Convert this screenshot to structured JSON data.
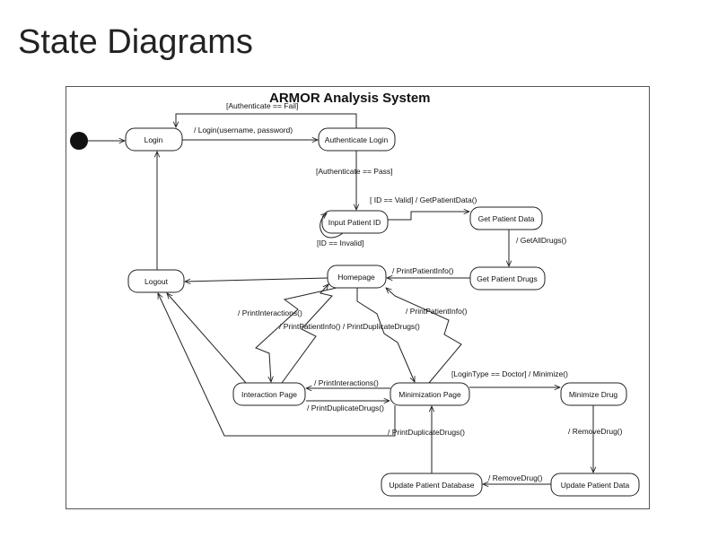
{
  "slide_title": "State Diagrams",
  "diagram": {
    "title": "ARMOR Analysis System",
    "states": {
      "login": "Login",
      "authenticate_login": "Authenticate Login",
      "input_patient_id": "Input Patient ID",
      "get_patient_data": "Get Patient Data",
      "get_patient_drugs": "Get Patient Drugs",
      "homepage": "Homepage",
      "logout": "Logout",
      "interaction_page": "Interaction Page",
      "minimization_page": "Minimization Page",
      "minimize_drug": "Minimize Drug",
      "update_patient_database": "Update Patient Database",
      "update_patient_data": "Update Patient Data"
    },
    "transitions": {
      "auth_fail": "[Authenticate == Fail]",
      "login_call": "/ Login(username, password)",
      "auth_pass": "[Authenticate == Pass]",
      "id_valid": "[ ID == Valid] / GetPatientData()",
      "id_invalid": "[ID == Invalid]",
      "get_all_drugs": "/ GetAllDrugs()",
      "print_patient_info_home": "/ PrintPatientInfo()",
      "print_interactions_left": "/ PrintInteractions()",
      "print_patient_info_right": "/ PrintPatientInfo()",
      "print_center": "/ PrintPatientInfo() / PrintDuplicateDrugs()",
      "login_type_doctor": "[LoginType == Doctor] / Minimize()",
      "print_interactions_mid": "/ PrintInteractions()",
      "print_duplicate_mid": "/ PrintDuplicateDrugs()",
      "print_duplicate_bottom": "/ PrintDuplicateDrugs()",
      "remove_drug_right": "/ RemoveDrug()",
      "remove_drug_bottom": "/ RemoveDrug()"
    }
  }
}
